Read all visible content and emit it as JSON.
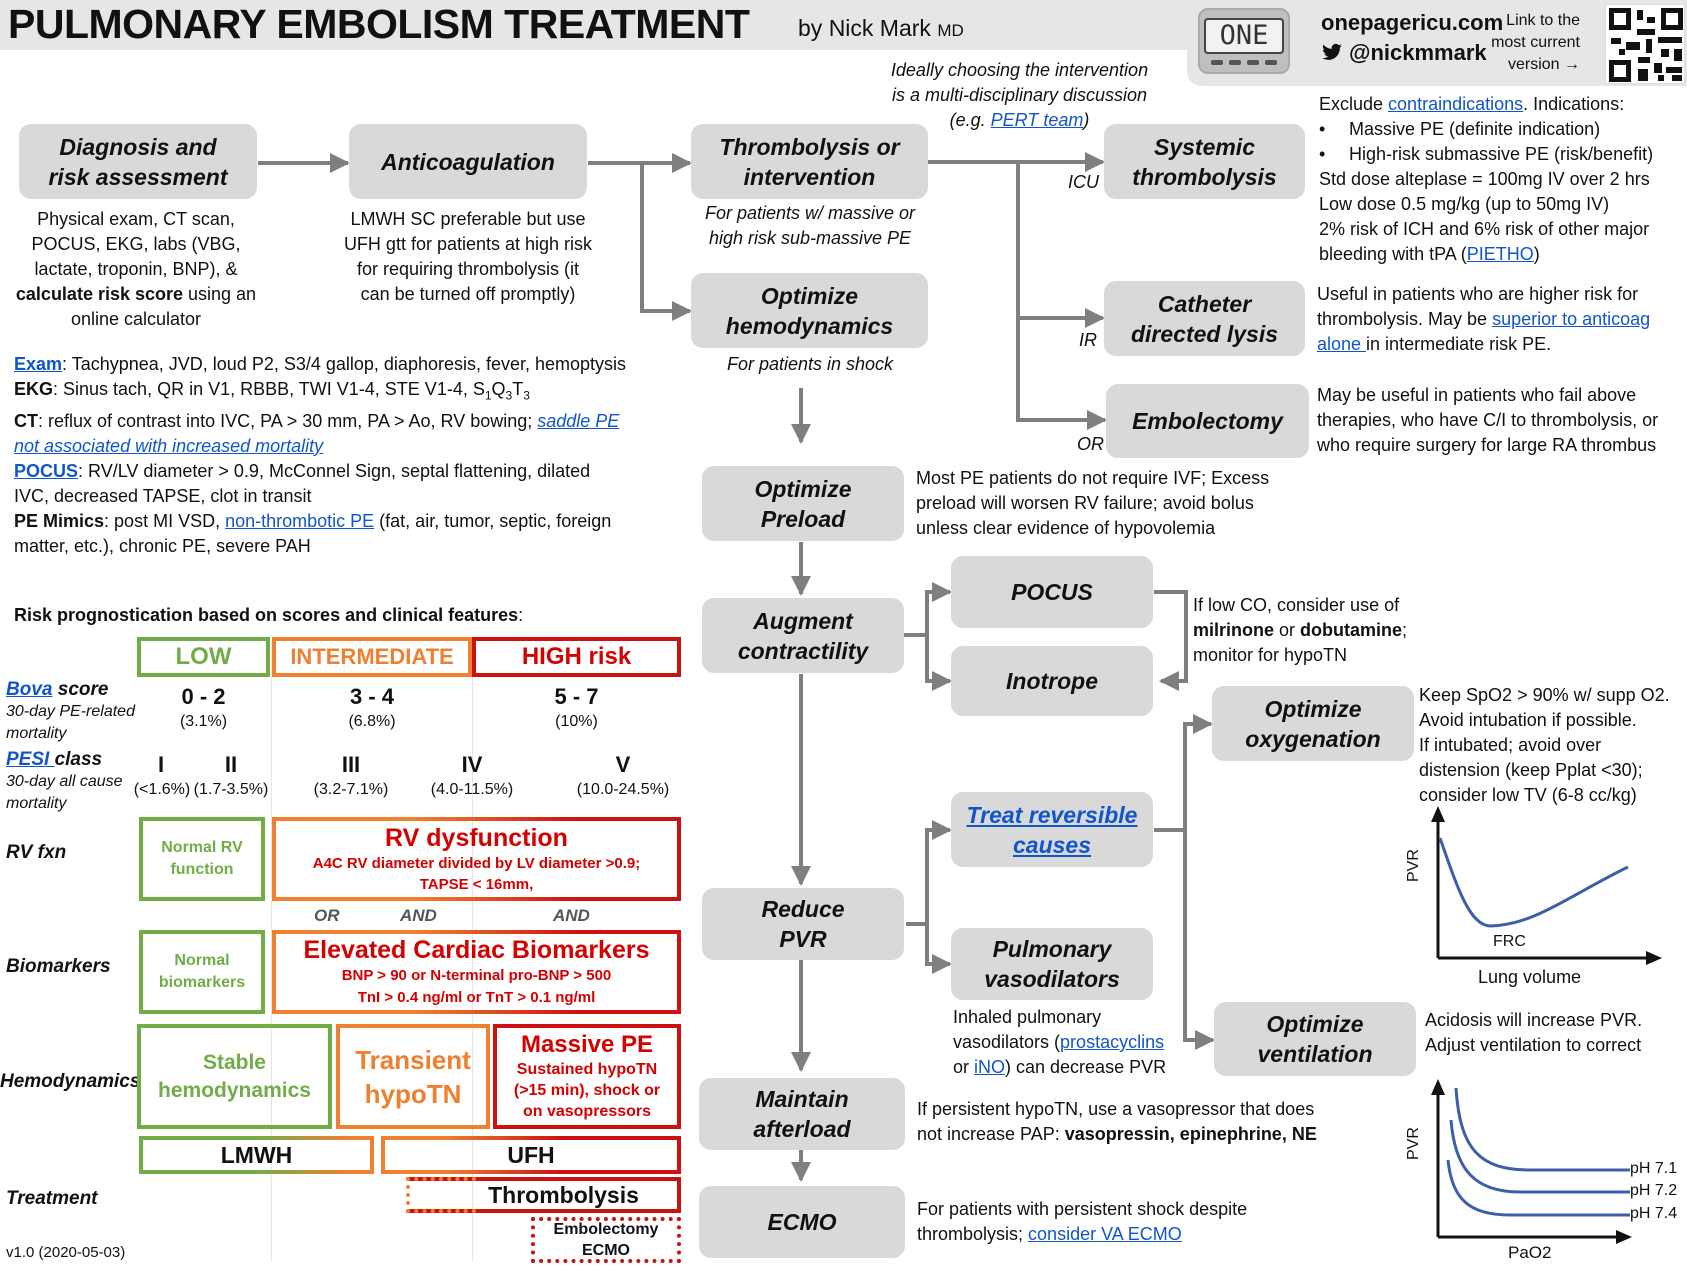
{
  "header": {
    "title": "PULMONARY EMBOLISM TREATMENT",
    "byline": "by",
    "author": "Nick Mark",
    "credential": "MD",
    "logo": "ONE",
    "site": "onepagericu.com",
    "twitter": "@nickmmark",
    "link_note": "Link to the\nmost current\nversion →",
    "version": "v1.0 (2020-05-03)"
  },
  "icons": {
    "logo": "one-logo-icon",
    "twitter": "twitter-bird-icon",
    "qr": "qr-code-icon"
  },
  "colors": {
    "box": "#d9d9d9",
    "arrow": "#7f7f7f",
    "low": "#70ad47",
    "intermediate": "#f08030",
    "high": "#d50000",
    "link": "#1155cc"
  },
  "intro": {
    "multi_note": "Ideally choosing the intervention\nis a multi-disciplinary discussion",
    "multi_prefix": "(e.g. ",
    "multi_link": "PERT team",
    "multi_suffix": ")"
  },
  "boxes": {
    "diagnosis": "Diagnosis and\nrisk assessment",
    "anticoag": "Anticoagulation",
    "thrombolysis": "Thrombolysis or\nintervention",
    "optimize_hemo": "Optimize\nhemodynamics",
    "systemic": "Systemic\nthrombolysis",
    "catheter": "Catheter\ndirected lysis",
    "embolectomy": "Embolectomy",
    "preload": "Optimize\nPreload",
    "contractility": "Augment\ncontractility",
    "pocus": "POCUS",
    "inotrope": "Inotrope",
    "oxygenation": "Optimize\noxygenation",
    "treat_causes": "Treat reversible\ncauses",
    "pvr": "Reduce\nPVR",
    "vasodilators": "Pulmonary\nvasodilators",
    "ventilation": "Optimize\nventilation",
    "afterload": "Maintain\nafterload",
    "ecmo": "ECMO"
  },
  "branch_labels": {
    "icu": "ICU",
    "ir": "IR",
    "or": "OR"
  },
  "texts": {
    "diagnosis_pre": "Physical exam, CT scan,\nPOCUS, EKG, labs (VBG,\nlactate, troponin, BNP), &",
    "diagnosis_bold": "calculate risk score",
    "diagnosis_post": " using an\nonline calculator",
    "anticoag": "LMWH SC preferable but use\nUFH gtt for patients at high risk\nfor requiring thrombolysis (it\ncan be turned off promptly)",
    "thromb_note": "For patients w/ massive or\nhigh risk sub-massive PE",
    "shock_note": "For patients in shock",
    "sys_pre": "Exclude ",
    "sys_link": "contraindications",
    "sys_post": ". Indications:",
    "sys_b1": "Massive PE (definite indication)",
    "sys_b2": "High-risk submassive PE (risk/benefit)",
    "sys_l1": "Std dose alteplase = 100mg IV over 2 hrs",
    "sys_l2": "Low dose 0.5 mg/kg (up to 50mg IV)",
    "sys_l3": "2% risk of ICH and 6% risk of other major",
    "sys_l4_pre": "bleeding with tPA (",
    "sys_l4_link": "PIETHO",
    "sys_l4_post": ")",
    "cath_pre": "Useful in patients who are higher risk for\nthrombolysis. May be ",
    "cath_link": "superior to anticoag\nalone ",
    "cath_post": "in intermediate risk PE.",
    "embol": "May be useful in patients who fail above\ntherapies, who have C/I to thrombolysis, or\nwho require surgery for large RA thrombus",
    "preload": "Most PE patients do not require IVF; Excess\npreload will worsen RV failure; avoid bolus\nunless clear evidence of hypovolemia",
    "ino_pre": "If low CO, consider use of\n",
    "ino_b1": "milrinone",
    "ino_mid": " or ",
    "ino_b2": "dobutamine",
    "ino_post": ";\nmonitor for hypoTN",
    "oxy": "Keep SpO2 > 90% w/ supp O2.\nAvoid intubation if possible.\nIf intubated; avoid over\ndistension (keep Pplat <30);\nconsider low TV (6-8 cc/kg)",
    "vaso_pre": "Inhaled pulmonary\nvasodilators (",
    "vaso_link1": "prostacyclins",
    "vaso_mid": "\nor ",
    "vaso_link2": "iNO",
    "vaso_post": ") can decrease PVR",
    "vent": "Acidosis will increase PVR.\nAdjust ventilation to correct",
    "afterload_pre": "If persistent hypoTN, use a vasopressor that does\nnot increase PAP: ",
    "afterload_bold": "vasopressin, epinephrine, NE",
    "ecmo_pre": "For patients with persistent shock despite\nthrombolysis; ",
    "ecmo_link": "consider VA ECMO"
  },
  "findings": {
    "exam_label": "Exam",
    "exam": ": Tachypnea, JVD, loud P2, S3/4 gallop, diaphoresis, fever, hemoptysis",
    "ekg_label": "EKG",
    "ekg": ": Sinus tach, QR in V1, RBBB, TWI V1-4, STE V1-4, S",
    "ekg_s1": "1",
    "ekg_q": "Q",
    "ekg_s3": "3",
    "ekg_t": "T",
    "ekg_s3b": "3",
    "ct_label": "CT",
    "ct": ": reflux of contrast into IVC, PA > 30 mm, PA > Ao, RV bowing; ",
    "ct_link": "saddle PE\nnot associated with increased mortality",
    "pocus_label": "POCUS",
    "pocus": ": RV/LV diameter > 0.9, McConnel Sign, septal flattening, dilated\nIVC, decreased TAPSE, clot in transit",
    "mimic_label": "PE Mimics",
    "mimic_pre": ": post MI VSD, ",
    "mimic_link": "non-thrombotic PE",
    "mimic_post": " (fat, air, tumor, septic, foreign\nmatter, etc.), chronic PE, severe PAH"
  },
  "risk": {
    "heading": "Risk prognostication based on scores and clinical features",
    "heading_colon": ":",
    "low": "LOW",
    "intermediate": "INTERMEDIATE",
    "high": "HIGH risk",
    "bova_link": "Bova",
    "bova_suffix": " score",
    "bova_sub": "30-day PE-related\nmortality",
    "bova_vals": [
      "0 - 2",
      "3 - 4",
      "5 - 7"
    ],
    "bova_pcts": [
      "(3.1%)",
      "(6.8%)",
      "(10%)"
    ],
    "pesi_link": "PESI ",
    "pesi_suffix": "class",
    "pesi_sub": "30-day all cause\nmortality",
    "pesi_classes": [
      "I",
      "II",
      "III",
      "IV",
      "V"
    ],
    "pesi_pcts": [
      "(<1.6%)",
      "(1.7-3.5%)",
      "(3.2-7.1%)",
      "(4.0-11.5%)",
      "(10.0-24.5%)"
    ],
    "rv_label": "RV fxn",
    "rv_normal": "Normal RV\nfunction",
    "rv_dys": "RV dysfunction",
    "rv_dys_sub": "A4C RV diameter divided by LV diameter >0.9;\nTAPSE < 16mm,",
    "conj": [
      "OR",
      "AND",
      "AND"
    ],
    "bio_label": "Biomarkers",
    "bio_normal": "Normal\nbiomarkers",
    "bio_elev": "Elevated Cardiac Biomarkers",
    "bio_elev_sub": "BNP > 90 or N-terminal pro-BNP > 500\nTnI > 0.4 ng/ml or TnT > 0.1 ng/ml",
    "hemo_label": "Hemodynamics",
    "hemo_stable": "Stable\nhemodynamics",
    "hemo_transient": "Transient\nhypoTN",
    "hemo_massive": "Massive PE",
    "hemo_massive_sub": "Sustained hypoTN\n(>15 min), shock or\non vasopressors",
    "tx_label": "Treatment",
    "tx_lmwh": "LMWH",
    "tx_ufh": "UFH",
    "tx_thromb": "Thrombolysis",
    "tx_embol": "Embolectomy\nECMO"
  },
  "graphs": {
    "pvr_ylabel": "PVR",
    "pvr_xlabel": "Lung volume",
    "pvr_frc": "FRC",
    "vent_ylabel": "PVR",
    "vent_xlabel": "PaO2",
    "ph": [
      "pH 7.1",
      "pH 7.2",
      "pH 7.4"
    ]
  }
}
